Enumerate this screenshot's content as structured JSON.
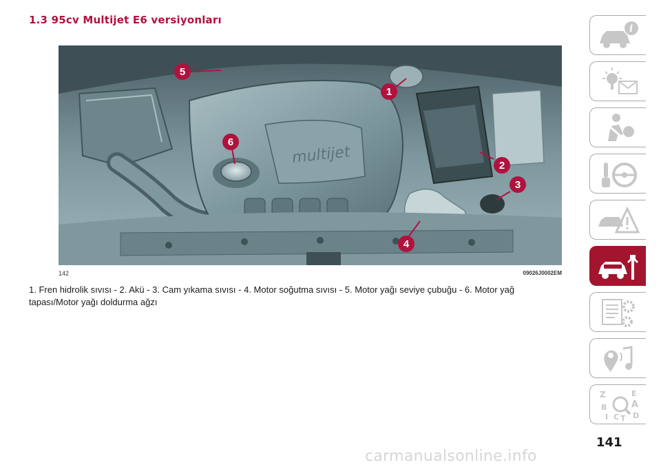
{
  "section_title": "1.3 95cv Multijet E6 versiyonları",
  "figure": {
    "number": "142",
    "code": "09026J0002EM",
    "engine_cover_text": "multijet",
    "markers": [
      "1",
      "2",
      "3",
      "4",
      "5",
      "6"
    ]
  },
  "caption": "1. Fren hidrolik sıvısı - 2. Akü - 3. Cam yıkama sıvısı - 4. Motor soğutma sıvısı - 5. Motor yağı seviye çubuğu - 6. Motor yağ tapası/Motor yağı doldurma ağzı",
  "side_tabs": [
    {
      "icon": "car-info-icon",
      "active": false
    },
    {
      "icon": "warning-lights-icon",
      "active": false
    },
    {
      "icon": "airbag-seatbelt-icon",
      "active": false
    },
    {
      "icon": "key-steering-wheel-icon",
      "active": false
    },
    {
      "icon": "road-warning-icon",
      "active": false
    },
    {
      "icon": "car-wrench-icon",
      "active": true
    },
    {
      "icon": "specs-gear-icon",
      "active": false
    },
    {
      "icon": "multimedia-icon",
      "active": false
    },
    {
      "icon": "alphabetical-index-icon",
      "active": false
    }
  ],
  "page_number": "141",
  "watermark": "carmanualsonline.info",
  "colors": {
    "title": "#b0123e",
    "active_tab": "#a3142e",
    "marker": "#b0123e",
    "photo_tone": "#8fa7ae"
  }
}
